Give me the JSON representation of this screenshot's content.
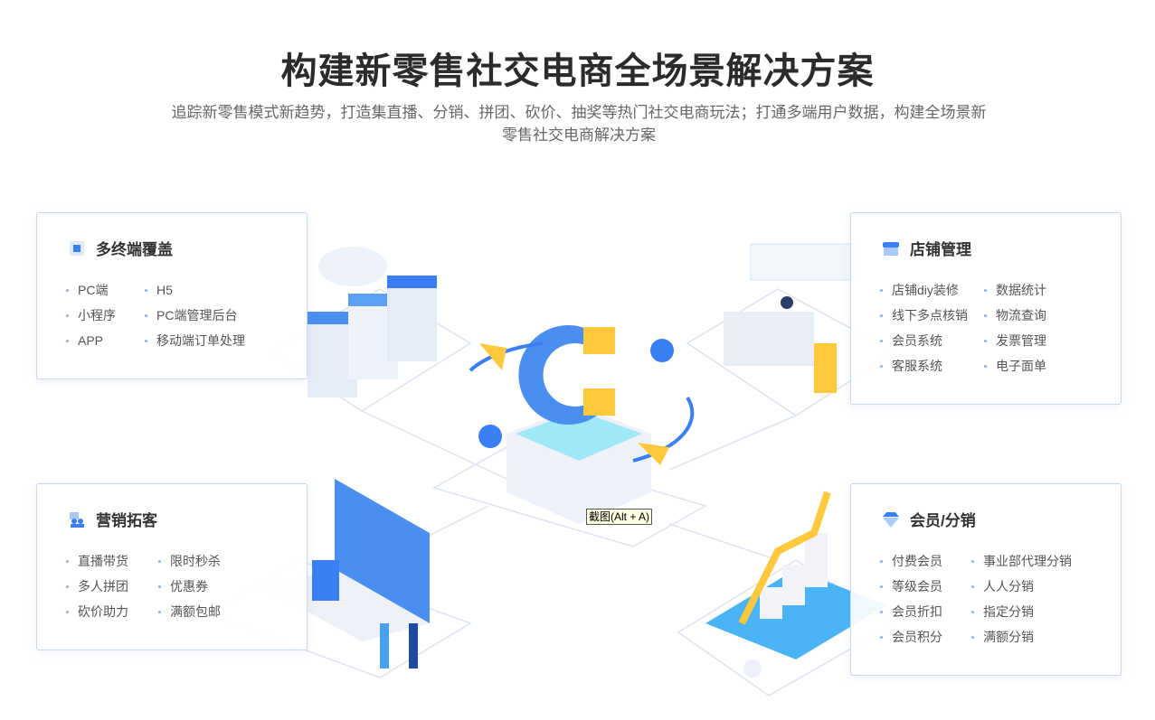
{
  "header": {
    "title": "构建新零售社交电商全场景解决方案",
    "subtitle_line1": "追踪新零售模式新趋势，打造集直播、分销、拼团、砍价、抽奖等热门社交电商玩法；打通多端用户数据，构建全场景新",
    "subtitle_line2": "零售社交电商解决方案"
  },
  "cards": [
    {
      "title": "多终端覆盖",
      "icon": "chip-icon",
      "col1": [
        "PC端",
        "小程序",
        "APP"
      ],
      "col2": [
        "H5",
        "PC端管理后台",
        "移动端订单处理"
      ]
    },
    {
      "title": "店铺管理",
      "icon": "store-icon",
      "col1": [
        "店铺diy装修",
        "线下多点核销",
        "会员系统",
        "客服系统"
      ],
      "col2": [
        "数据统计",
        "物流查询",
        "发票管理",
        "电子面单"
      ]
    },
    {
      "title": "营销拓客",
      "icon": "users-icon",
      "col1": [
        "直播带货",
        "多人拼团",
        "砍价助力"
      ],
      "col2": [
        "限时秒杀",
        "优惠券",
        "满额包邮"
      ]
    },
    {
      "title": "会员/分销",
      "icon": "diamond-icon",
      "col1": [
        "付费会员",
        "等级会员",
        "会员折扣",
        "会员积分"
      ],
      "col2": [
        "事业部代理分销",
        "人人分销",
        "指定分销",
        "满额分销"
      ]
    }
  ],
  "tooltip": "截图(Alt + A)",
  "colors": {
    "accent": "#3a7ff5",
    "border": "#c9d6f7"
  }
}
